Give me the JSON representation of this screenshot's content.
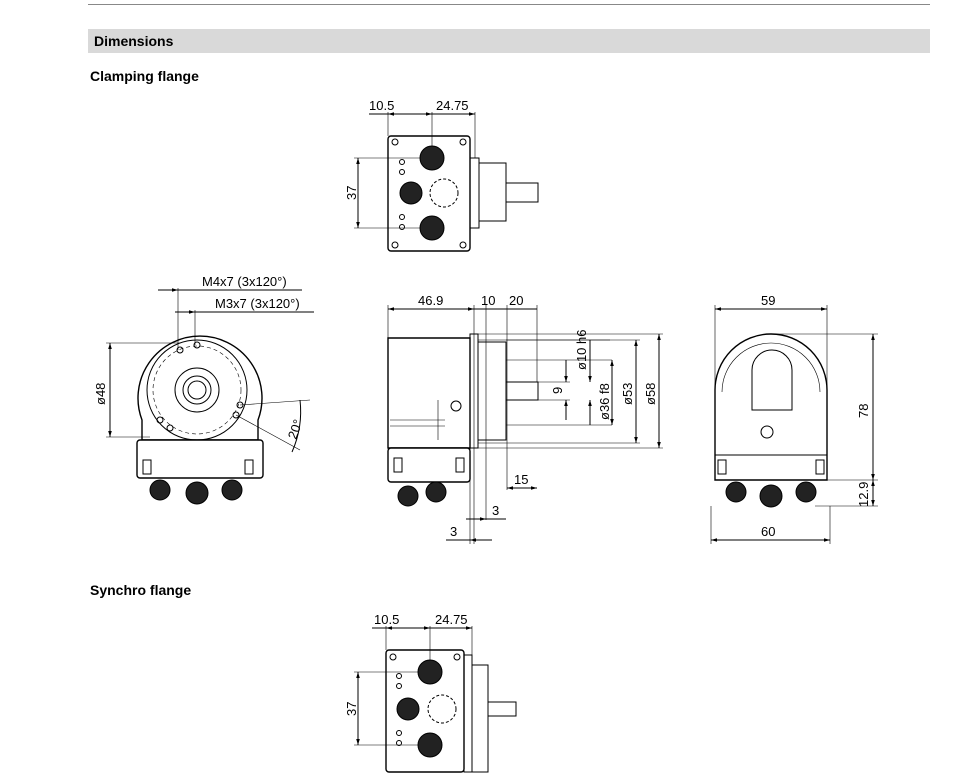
{
  "section": {
    "title": "Dimensions"
  },
  "clamping": {
    "title": "Clamping flange",
    "top_view": {
      "dim_left": "10.5",
      "dim_right": "24.75",
      "dim_height": "37"
    },
    "front_view": {
      "thread1": "M4x7 (3x120°)",
      "thread2": "M3x7 (3x120°)",
      "dia": "ø48",
      "angle": "20°"
    },
    "side_view": {
      "d_body": "46.9",
      "d_10": "10",
      "d_20": "20",
      "shaft": "ø10 h6",
      "d9": "9",
      "spigot": "ø36 f8",
      "d53": "ø53",
      "d58": "ø58",
      "d15": "15",
      "d3a": "3",
      "d3b": "3"
    },
    "rear_view": {
      "width_top": "59",
      "height": "78",
      "height_low": "12.9",
      "width_bottom": "60"
    }
  },
  "synchro": {
    "title": "Synchro flange",
    "top_view": {
      "dim_left": "10.5",
      "dim_right": "24.75",
      "dim_height": "37"
    }
  }
}
